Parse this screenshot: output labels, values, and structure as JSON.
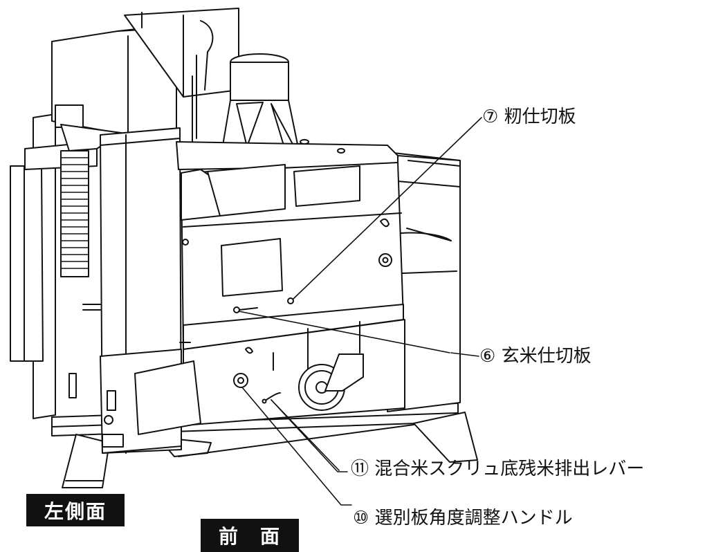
{
  "callouts": {
    "c7": "⑦ 籾仕切板",
    "c6": "⑥ 玄米仕切板",
    "c11": "⑪ 混合米スクリュ底残米排出レバー",
    "c10": "⑩ 選別板角度調整ハンドル"
  },
  "tags": {
    "left_side": "左側面",
    "front": "前　面"
  },
  "colors": {
    "line": "#111111",
    "paper": "#ffffff",
    "tag_bg": "#111111",
    "tag_text": "#ffffff"
  }
}
